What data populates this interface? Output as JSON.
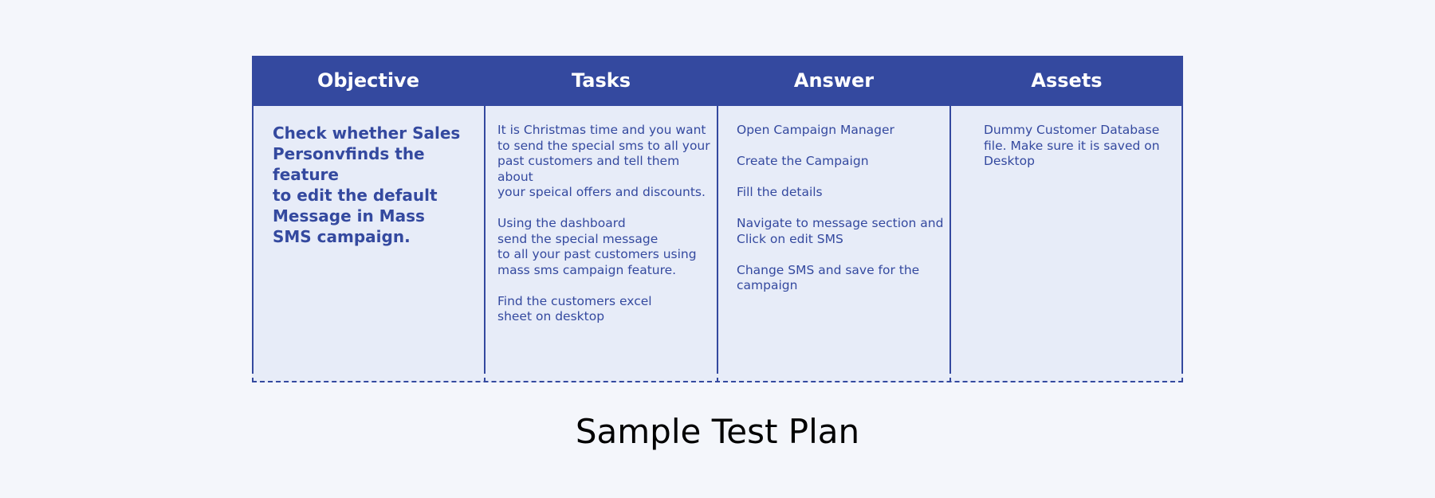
{
  "table": {
    "headers": {
      "objective": "Objective",
      "tasks": "Tasks",
      "answer": "Answer",
      "assets": "Assets"
    },
    "objective": {
      "lines": [
        "Check whether Sales",
        "Personvfinds the feature",
        "to edit the default",
        "Message in Mass",
        "SMS campaign."
      ]
    },
    "tasks": {
      "paragraphs": [
        [
          "It is Christmas time and you want",
          "to send the special sms to all your",
          "past customers and tell them about",
          "your speical offers and discounts."
        ],
        [
          "Using the dashboard",
          "send the special message",
          "to all your past customers using",
          "mass sms campaign feature."
        ],
        [
          "Find the customers excel",
          "sheet on desktop"
        ]
      ]
    },
    "answer": {
      "paragraphs": [
        [
          "Open Campaign Manager"
        ],
        [
          "Create the Campaign"
        ],
        [
          "Fill the details"
        ],
        [
          "Navigate to message section and",
          "Click on edit SMS"
        ],
        [
          "Change SMS and save for the",
          "campaign"
        ]
      ]
    },
    "assets": {
      "lines": [
        "Dummy Customer Database",
        "file. Make sure it is saved on",
        "Desktop"
      ]
    }
  },
  "title": "Sample Test Plan",
  "colors": {
    "header_bg": "#34499f",
    "cell_bg": "#e7ecf8",
    "text_blue": "#34499f",
    "page_bg": "#f4f6fb"
  }
}
